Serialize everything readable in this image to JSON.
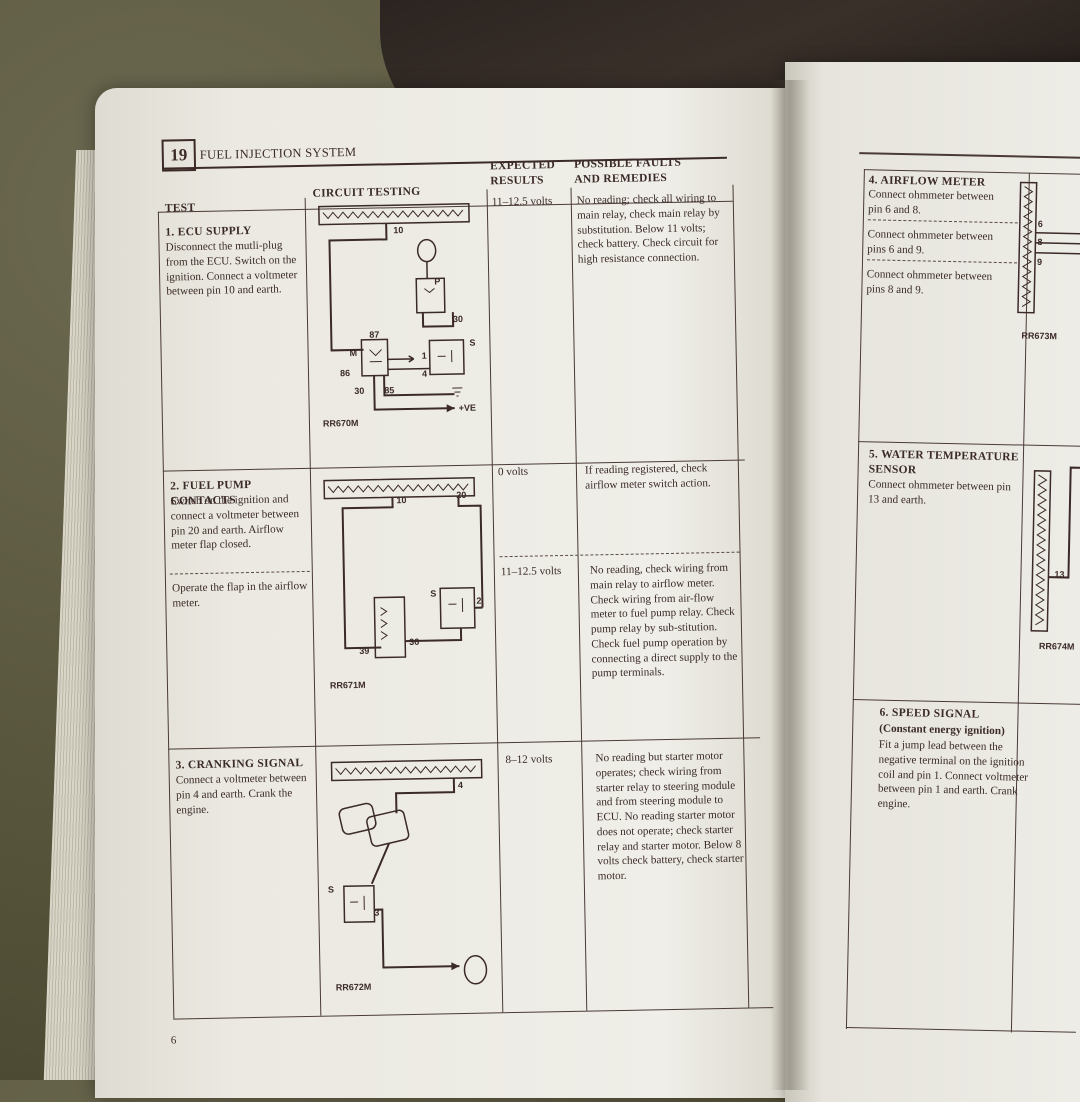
{
  "header": {
    "section_number": "19",
    "section_title": "FUEL INJECTION SYSTEM",
    "page_number": "6"
  },
  "columns": {
    "test": "TEST",
    "circuit": "CIRCUIT TESTING",
    "expected": "EXPECTED\nRESULTS",
    "faults": "POSSIBLE FAULTS\nAND REMEDIES"
  },
  "tests": [
    {
      "title": "1. ECU SUPPLY",
      "text": "Disconnect the mutli-plug from the ECU. Switch on the ignition. Connect a voltmeter between pin 10 and earth.",
      "diagram_code": "RR670M",
      "result": "11–12.5 volts",
      "remedy": "No reading; check all wiring to main relay, check main relay by substitution. Below 11 volts; check battery. Check circuit for high resistance connection.",
      "labels": [
        "10",
        "P",
        "30",
        "87",
        "M",
        "86",
        "30",
        "85",
        "1",
        "4",
        "S",
        "+VE"
      ]
    },
    {
      "title": "2. FUEL PUMP CONTACTS",
      "text": "Switch on the ignition and connect a voltmeter between pin 20 and earth. Airflow meter flap closed.",
      "text2": "Operate the flap in the airflow meter.",
      "diagram_code": "RR671M",
      "result": "0 volts",
      "remedy": "If reading registered, check airflow meter switch action.",
      "result2": "11–12.5 volts",
      "remedy2": "No reading, check wiring from main relay to airflow meter. Check wiring from air-flow meter to fuel pump relay. Check pump relay by sub-stitution. Check fuel pump operation by connecting a direct supply to the pump terminals.",
      "labels": [
        "10",
        "20",
        "S",
        "2",
        "36",
        "39"
      ]
    },
    {
      "title": "3. CRANKING SIGNAL",
      "text": "Connect a voltmeter between pin 4 and earth. Crank the engine.",
      "diagram_code": "RR672M",
      "result": "8–12 volts",
      "remedy": "No reading but starter motor operates; check wiring from starter relay to steering module and from steering module to ECU. No reading starter motor does not operate; check starter relay and starter motor. Below 8 volts check battery, check starter motor.",
      "labels": [
        "4",
        "S",
        "3"
      ]
    }
  ],
  "right_page": {
    "airflow": {
      "title": "4. AIRFLOW METER",
      "lines": [
        "Connect ohmmeter between pin 6 and 8.",
        "Connect ohmmeter between pins 6 and 9.",
        "Connect ohmmeter between pins 8 and 9."
      ],
      "diagram_code": "RR673M",
      "labels": [
        "6",
        "8",
        "9"
      ]
    },
    "water": {
      "title": "5. WATER TEMPERATURE SENSOR",
      "text": "Connect ohmmeter between pin 13 and earth.",
      "diagram_code": "RR674M",
      "labels": [
        "13"
      ]
    },
    "speed": {
      "title": "6. SPEED SIGNAL",
      "subtitle": "(Constant energy ignition)",
      "text": "Fit a jump lead between the negative terminal on the ignition coil and pin 1. Connect voltmeter between pin 1 and earth. Crank engine."
    }
  }
}
